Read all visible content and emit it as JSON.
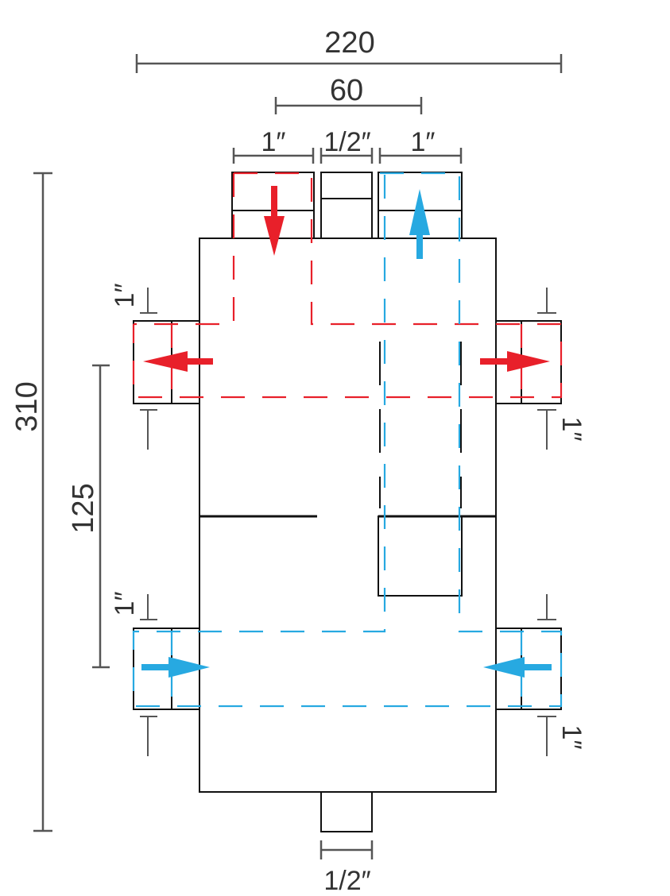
{
  "dimensions": {
    "overall_width": "220",
    "center_distance": "60",
    "top_left_port": "1″",
    "top_middle_port": "1/2″",
    "top_right_port": "1″",
    "overall_height": "310",
    "side_spacing": "125",
    "upper_left_port": "1″",
    "upper_right_port": "1″",
    "lower_left_port": "1″",
    "lower_right_port": "1″",
    "bottom_port": "1/2″"
  },
  "colors": {
    "hot_flow": "#e8202a",
    "cold_flow": "#27a9e1",
    "outline": "#111111",
    "dimension": "#555555"
  }
}
